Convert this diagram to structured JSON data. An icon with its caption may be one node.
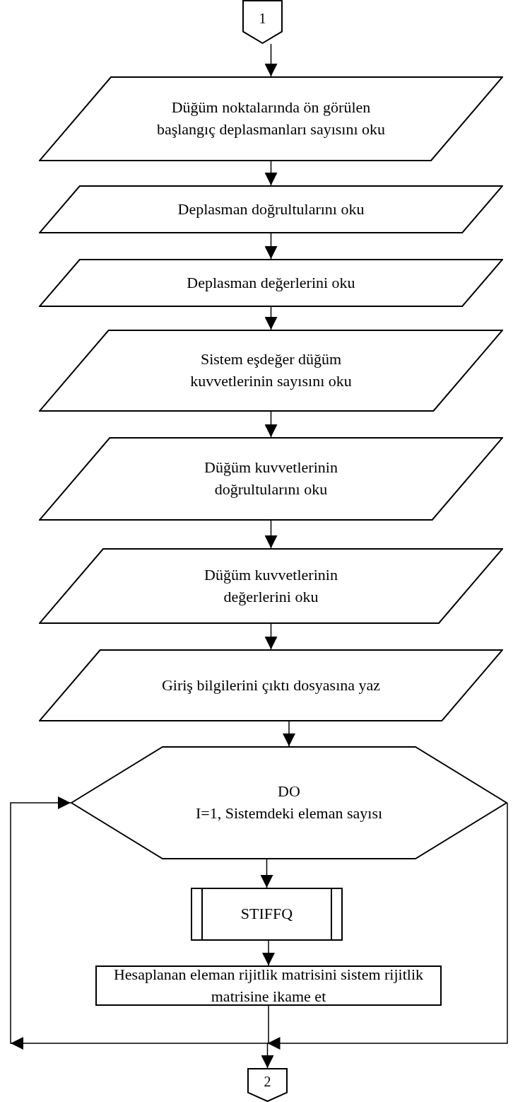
{
  "diagram": {
    "nodes": [
      {
        "text": [
          "1"
        ]
      },
      {
        "text": [
          "Düğüm noktalarında ön görülen başlangıç deplasmanları sayısını oku"
        ]
      },
      {
        "text": [
          "Deplasman doğrultularını oku"
        ]
      },
      {
        "text": [
          "Deplasman değerlerini oku"
        ]
      },
      {
        "text": [
          "Sistem eşdeğer düğüm kuvvetlerinin sayısını oku"
        ]
      },
      {
        "text": [
          "Düğüm kuvvetlerinin doğrultularını oku"
        ]
      },
      {
        "text": [
          "Düğüm kuvvetlerinin değerlerini oku"
        ]
      },
      {
        "text": [
          "Giriş bilgilerini çıktı dosyasına yaz"
        ]
      },
      {
        "text": [
          "DO",
          "I=1, Sistemdeki eleman sayısı"
        ]
      },
      {
        "text": [
          "STIFFQ"
        ]
      },
      {
        "text": [
          "Hesaplanan eleman rijitlik matrisini sistem rijitlik matrisine ikame et"
        ]
      },
      {
        "text": [
          "2"
        ]
      }
    ],
    "edges": [
      {
        "from": 0,
        "to": 1,
        "arrow": "to"
      },
      {
        "from": 1,
        "to": 2,
        "arrow": "to"
      },
      {
        "from": 2,
        "to": 3,
        "arrow": "to"
      },
      {
        "from": 3,
        "to": 4,
        "arrow": "to"
      },
      {
        "from": 4,
        "to": 5,
        "arrow": "to"
      },
      {
        "from": 5,
        "to": 6,
        "arrow": "to"
      },
      {
        "from": 6,
        "to": 7,
        "arrow": "to"
      },
      {
        "from": 7,
        "to": 8,
        "arrow": "to"
      },
      {
        "from": 8,
        "to": 9,
        "arrow": "to"
      },
      {
        "from": 9,
        "to": 10,
        "arrow": "to"
      },
      {
        "from": 10,
        "to": 8,
        "arrow": "to"
      },
      {
        "from": 8,
        "to": 11,
        "arrow": "to"
      }
    ]
  }
}
